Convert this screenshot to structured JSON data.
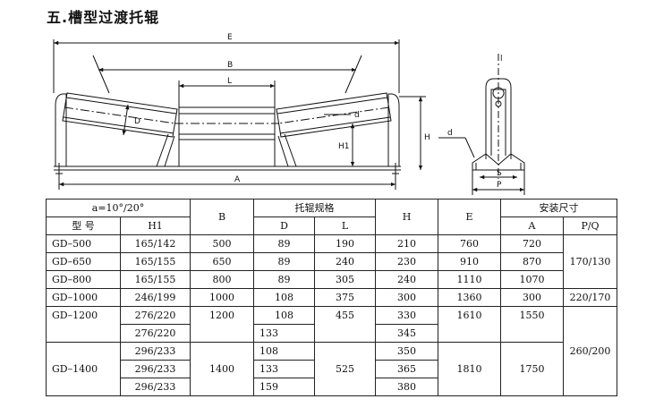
{
  "title": "五.槽型过渡托辊",
  "drawing": {
    "front_labels": {
      "E": "E",
      "B": "B",
      "L": "L",
      "A": "A",
      "d": "d",
      "D": "D",
      "H1": "H1",
      "H": "H"
    },
    "side_labels": {
      "l": "l",
      "d": "d",
      "S": "S",
      "P": "P"
    }
  },
  "table": {
    "header": {
      "angle": "a=10°/20°",
      "B": "B",
      "roller_spec": "托辊规格",
      "H": "H",
      "E": "E",
      "install": "安装尺寸",
      "model": "型 号",
      "H1": "H1",
      "D": "D",
      "L": "L",
      "A": "A",
      "PQ": "P/Q"
    },
    "rows": [
      {
        "model": "GD–500",
        "H1": "165/142",
        "B": "500",
        "D": "89",
        "L": "190",
        "H": "210",
        "E": "760",
        "A": "720"
      },
      {
        "model": "GD–650",
        "H1": "165/155",
        "B": "650",
        "D": "89",
        "L": "240",
        "H": "230",
        "E": "910",
        "A": "870"
      },
      {
        "model": "GD–800",
        "H1": "165/155",
        "B": "800",
        "D": "89",
        "L": "305",
        "H": "240",
        "E": "1110",
        "A": "1070"
      },
      {
        "model": "GD–1000",
        "H1": "246/199",
        "B": "1000",
        "D": "108",
        "L": "375",
        "H": "300",
        "E": "1360",
        "A": "300"
      },
      {
        "model": "GD–1200",
        "H1": "276/220",
        "B": "1200",
        "D": "108",
        "L": "455",
        "H": "330",
        "E": "1610",
        "A": "1550"
      },
      {
        "H1": "276/220",
        "D": "133",
        "H": "345"
      },
      {
        "model": "GD–1400",
        "H1": "296/233",
        "B": "1400",
        "D": "108",
        "L": "525",
        "H": "350",
        "E": "1810",
        "A": "1750"
      },
      {
        "H1": "296/233",
        "D": "133",
        "H": "365"
      },
      {
        "H1": "296/233",
        "D": "159",
        "H": "380"
      }
    ],
    "pq_groups": [
      "170/130",
      "220/170",
      "260/200"
    ]
  }
}
